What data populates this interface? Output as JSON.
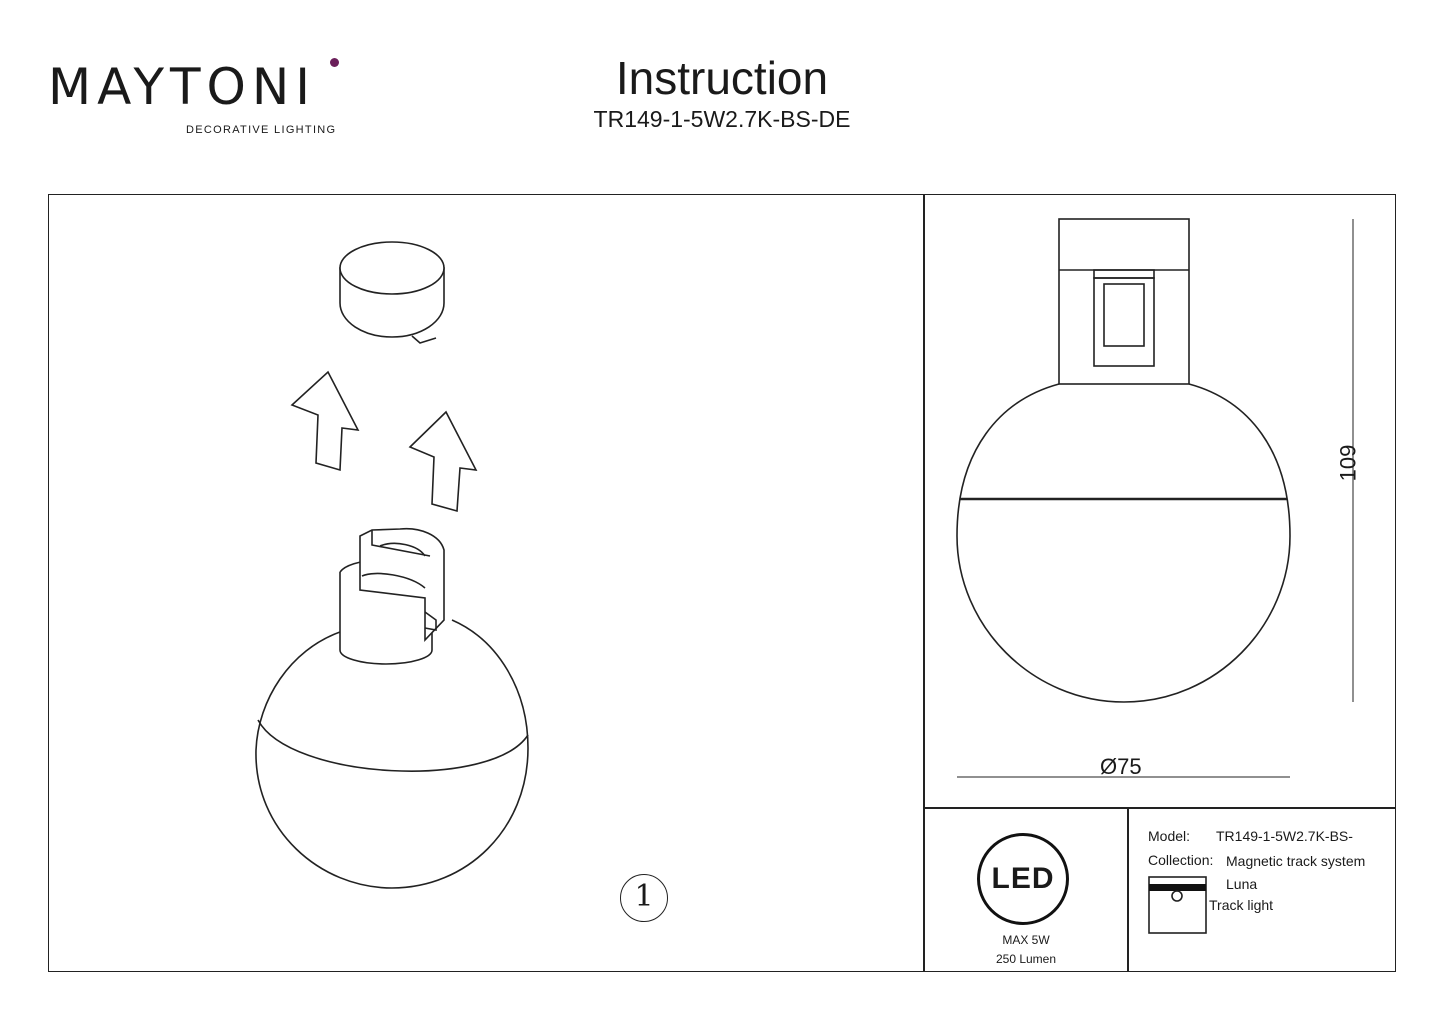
{
  "header": {
    "brand": "MAYTONI",
    "tagline": "DECORATIVE LIGHTING",
    "title": "Instruction",
    "model": "TR149-1-5W2.7K-BS-DE"
  },
  "drawing": {
    "height_dim": "109",
    "diameter_dim": "Ø75",
    "step_number": "1"
  },
  "badge": {
    "text": "LED",
    "power": "MAX 5W",
    "lumen": "250 Lumen"
  },
  "info": {
    "model_label": "Model:",
    "model_value": "TR149-1-5W2.7K-BS-",
    "collection_label": "Collection:",
    "collection_value": "Magnetic track system",
    "series": "Luna",
    "type": "Track light"
  },
  "icons": {
    "logo": "maytoni-logo",
    "arrow": "arrow-up-icon",
    "track": "track-light-icon"
  }
}
